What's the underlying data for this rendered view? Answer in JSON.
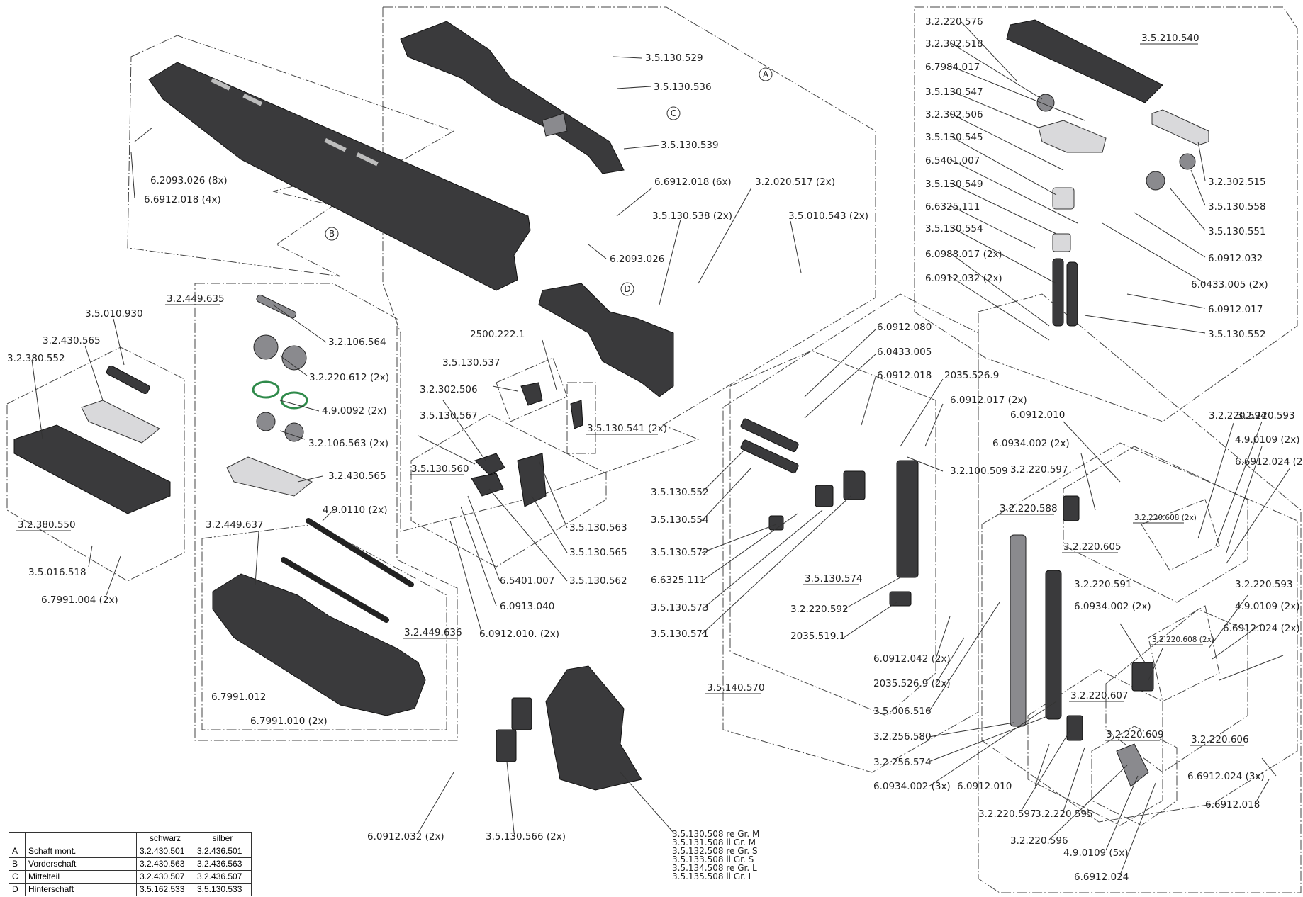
{
  "labels": [
    "3.5.130.529",
    "3.5.130.536",
    "3.5.130.539",
    "6.6912.018 (6x)",
    "3.2.020.517 (2x)",
    "3.5.130.538 (2x)",
    "3.5.010.543 (2x)",
    "6.2093.026",
    "6.2093.026 (8x)",
    "6.6912.018 (4x)",
    "3.2.220.576",
    "3.2.302.518",
    "6.7984.017",
    "3.5.130.547",
    "3.2.302.506",
    "3.5.130.545",
    "6.5401.007",
    "3.5.130.549",
    "6.6325.111",
    "3.5.130.554",
    "6.0988.017 (2x)",
    "6.0912.032 (2x)",
    "3.2.302.515",
    "3.5.130.558",
    "3.5.130.551",
    "6.0912.032",
    "6.0433.005 (2x)",
    "6.0912.017",
    "3.5.130.552",
    "3.5.010.930",
    "3.2.430.565",
    "3.2.380.552",
    "3.5.016.518",
    "6.7991.004 (2x)",
    "3.2.106.564",
    "3.2.220.612 (2x)",
    "4.9.0092 (2x)",
    "3.2.106.563 (2x)",
    "3.2.430.565",
    "4.9.0110 (2x)",
    "3.2.449.637",
    "6.7991.012",
    "6.7991.010 (2x)",
    "2500.222.1",
    "3.5.130.537",
    "3.2.302.506",
    "3.5.130.567",
    "3.5.130.563",
    "3.5.130.565",
    "6.5401.007",
    "3.5.130.562",
    "6.0913.040",
    "6.0912.010. (2x)",
    "6.0912.080",
    "6.0433.005",
    "6.0912.018",
    "2035.526.9",
    "6.0912.017 (2x)",
    "3.2.100.509",
    "3.5.130.552",
    "3.5.130.554",
    "3.5.130.572",
    "6.6325.111",
    "3.5.130.573",
    "3.5.130.571",
    "3.2.220.592",
    "2035.519.1",
    "6.0912.042 (2x)",
    "2035.526.9 (2x)",
    "3.5.006.516",
    "3.2.256.580",
    "3.2.256.574",
    "6.0934.002 (3x)",
    "6.0912.010",
    "6.0934.002 (2x)",
    "3.2.220.597",
    "3.2.220.594",
    "3.2.220.593",
    "4.9.0109 (2x)",
    "6.6912.024 (2x)",
    "3.2.220.591",
    "6.0934.002 (2x)",
    "3.2.220.593",
    "4.9.0109 (2x)",
    "6.6912.024 (2x)",
    "6.6912.024 (3x)",
    "6.6912.018",
    "6.0912.010",
    "3.2.220.597",
    "3.2.220.595",
    "3.2.220.596",
    "4.9.0109 (5x)",
    "6.6912.024",
    "6.0912.032 (2x)",
    "3.5.130.566 (2x)",
    "3.5.130.508 re Gr. M",
    "3.5.131.508 li   Gr. M",
    "3.5.132.508 re Gr. S",
    "3.5.133.508 li   Gr. S",
    "3.5.134.508 re Gr. L",
    "3.5.135.508 li   Gr. L"
  ],
  "groups": [
    "3.5.210.540",
    "3.2.449.635",
    "3.2.380.550",
    "3.2.449.636",
    "3.5.130.560",
    "3.5.130.541 (2x)",
    "3.5.130.574",
    "3.5.140.570",
    "3.2.220.588",
    "3.2.220.605",
    "3.2.220.608 (2x)",
    "3.2.220.608 (2x)",
    "3.2.220.607",
    "3.2.220.609",
    "3.2.220.606"
  ],
  "callouts": [
    "A",
    "B",
    "C",
    "D"
  ],
  "table": {
    "headers": [
      "",
      "",
      "schwarz",
      "silber"
    ],
    "rows": [
      [
        "A",
        "Schaft mont.",
        "3.2.430.501",
        "3.2.436.501"
      ],
      [
        "B",
        "Vorderschaft",
        "3.2.430.563",
        "3.2.436.563"
      ],
      [
        "C",
        "Mittelteil",
        "3.2.430.507",
        "3.2.436.507"
      ],
      [
        "D",
        "Hinterschaft",
        "3.5.162.533",
        "3.5.130.533"
      ]
    ]
  }
}
